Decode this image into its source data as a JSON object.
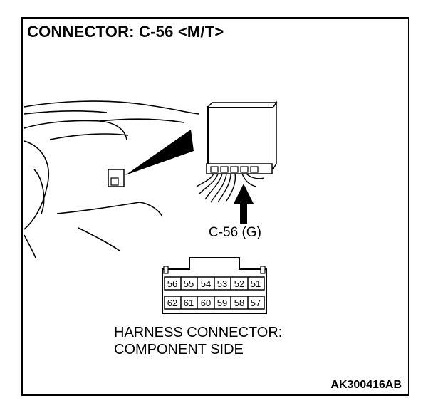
{
  "title": "CONNECTOR: C-56 <M/T>",
  "connector_callout": "C-56 (G)",
  "caption": {
    "line1": "HARNESS CONNECTOR:",
    "line2": "COMPONENT SIDE"
  },
  "drawing_code": "AK300416AB",
  "connector_pins": {
    "top_row": [
      "56",
      "55",
      "54",
      "53",
      "52",
      "51"
    ],
    "bottom_row": [
      "62",
      "61",
      "60",
      "59",
      "58",
      "57"
    ]
  }
}
